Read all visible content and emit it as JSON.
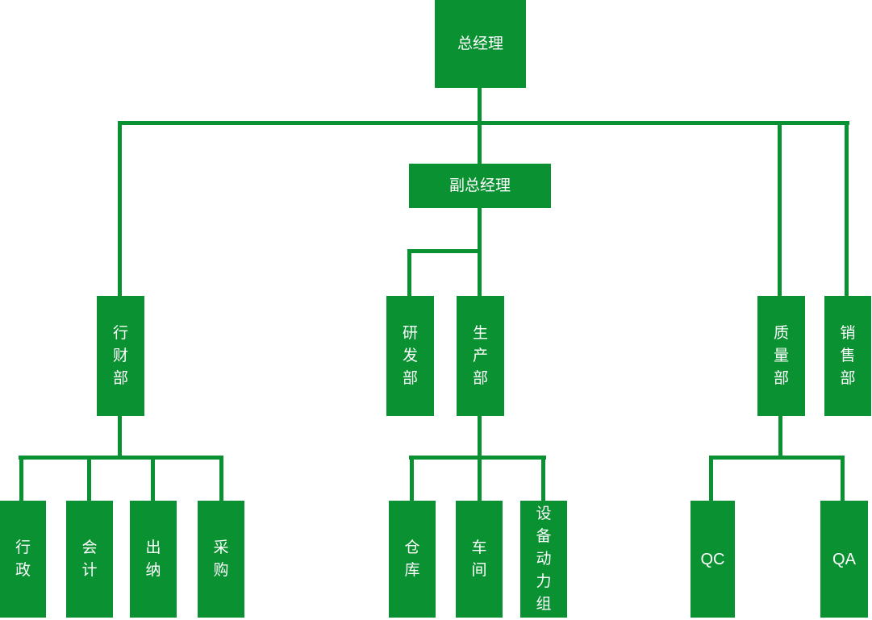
{
  "diagram": {
    "type": "org-chart",
    "colors": {
      "node_fill": "#0a9132",
      "node_text": "#ffffff",
      "connector": "#0a9132",
      "background": "#ffffff"
    },
    "nodes": {
      "general_manager": {
        "label": "总经理",
        "level": 1
      },
      "deputy_general_manager": {
        "label": "副总经理",
        "level": 2
      },
      "finance_admin_dept": {
        "label": "行财部",
        "level": 3
      },
      "rd_dept": {
        "label": "研发部",
        "level": 3
      },
      "production_dept": {
        "label": "生产部",
        "level": 3
      },
      "quality_dept": {
        "label": "质量部",
        "level": 3
      },
      "sales_dept": {
        "label": "销售部",
        "level": 3
      },
      "administration": {
        "label": "行政",
        "level": 4
      },
      "accounting": {
        "label": "会计",
        "level": 4
      },
      "cashier": {
        "label": "出纳",
        "level": 4
      },
      "purchasing": {
        "label": "采购",
        "level": 4
      },
      "warehouse": {
        "label": "仓库",
        "level": 4
      },
      "workshop": {
        "label": "车间",
        "level": 4
      },
      "equipment_power_group": {
        "label": "设备动力组",
        "level": 4
      },
      "qc": {
        "label": "QC",
        "level": 4
      },
      "qa": {
        "label": "QA",
        "level": 4
      }
    },
    "edges": [
      {
        "from": "general_manager",
        "to": "finance_admin_dept"
      },
      {
        "from": "general_manager",
        "to": "deputy_general_manager"
      },
      {
        "from": "general_manager",
        "to": "quality_dept"
      },
      {
        "from": "general_manager",
        "to": "sales_dept"
      },
      {
        "from": "deputy_general_manager",
        "to": "rd_dept"
      },
      {
        "from": "deputy_general_manager",
        "to": "production_dept"
      },
      {
        "from": "finance_admin_dept",
        "to": "administration"
      },
      {
        "from": "finance_admin_dept",
        "to": "accounting"
      },
      {
        "from": "finance_admin_dept",
        "to": "cashier"
      },
      {
        "from": "finance_admin_dept",
        "to": "purchasing"
      },
      {
        "from": "production_dept",
        "to": "warehouse"
      },
      {
        "from": "production_dept",
        "to": "workshop"
      },
      {
        "from": "production_dept",
        "to": "equipment_power_group"
      },
      {
        "from": "quality_dept",
        "to": "qc"
      },
      {
        "from": "quality_dept",
        "to": "qa"
      }
    ]
  }
}
